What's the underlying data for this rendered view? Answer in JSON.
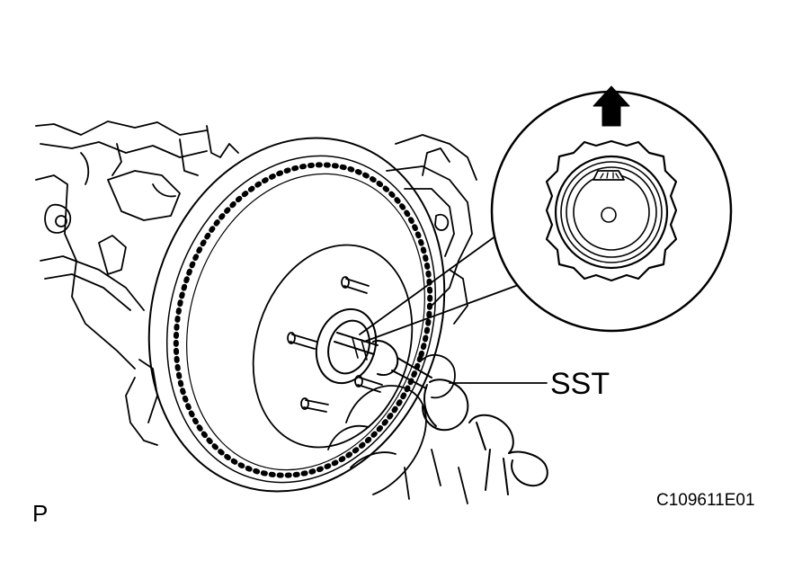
{
  "labels": {
    "tool": "SST",
    "view": "P",
    "figure_code": "C109611E01"
  }
}
